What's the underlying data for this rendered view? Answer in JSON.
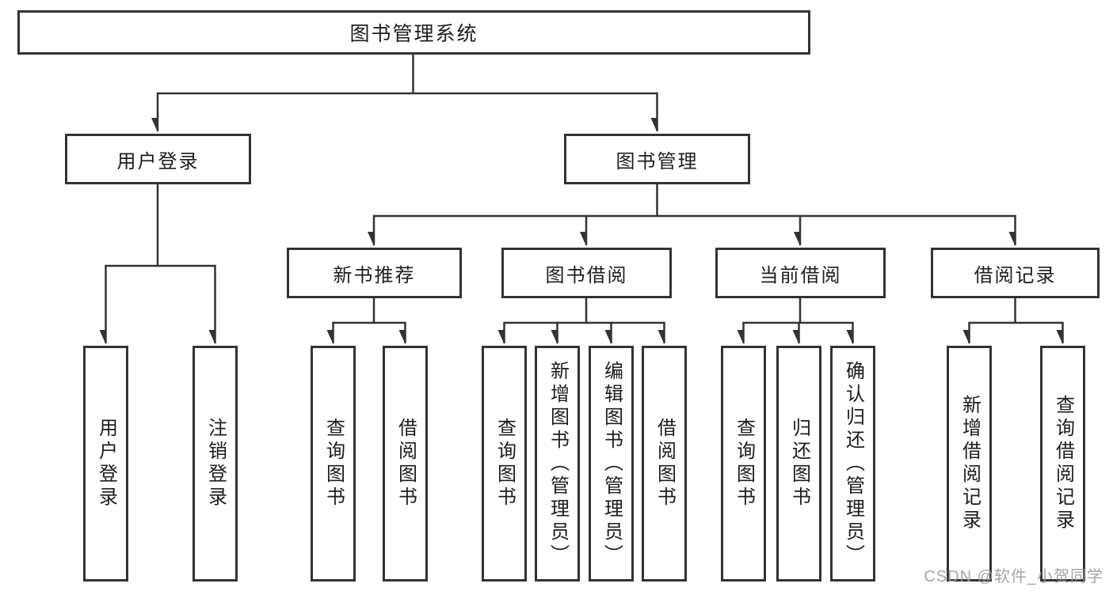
{
  "diagram": {
    "root": {
      "label": "图书管理系统"
    },
    "level2": [
      {
        "label": "用户登录",
        "children": [
          {
            "label": "用户登录"
          },
          {
            "label": "注销登录"
          }
        ]
      },
      {
        "label": "图书管理",
        "children": [
          {
            "label": "新书推荐",
            "children": [
              {
                "label": "查询图书"
              },
              {
                "label": "借阅图书"
              }
            ]
          },
          {
            "label": "图书借阅",
            "children": [
              {
                "label": "查询图书"
              },
              {
                "label": "新增图书（管理员）"
              },
              {
                "label": "编辑图书（管理员）"
              },
              {
                "label": "借阅图书"
              }
            ]
          },
          {
            "label": "当前借阅",
            "children": [
              {
                "label": "查询图书"
              },
              {
                "label": "归还图书"
              },
              {
                "label": "确认归还（管理员）"
              }
            ]
          },
          {
            "label": "借阅记录",
            "children": [
              {
                "label": "新增借阅记录"
              },
              {
                "label": "查询借阅记录"
              }
            ]
          }
        ]
      }
    ]
  },
  "watermark": {
    "text": "CSDN @软件_小贺同学"
  },
  "colors": {
    "line": "#333333",
    "text": "#1d1d1d",
    "background": "#ffffff",
    "watermark": "#9b9b9b"
  }
}
